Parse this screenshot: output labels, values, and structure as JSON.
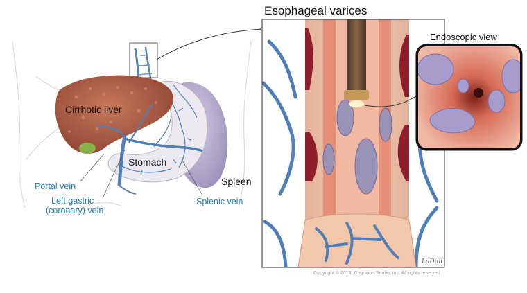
{
  "figure": {
    "title": "Esophageal varices",
    "inset_title": "Endoscopic view",
    "labels": {
      "cirrhotic_liver": "Cirrhotic liver",
      "stomach": "Stomach",
      "spleen": "Spleen",
      "portal_vein": "Portal vein",
      "left_gastric_line1": "Left gastric",
      "left_gastric_line2": "(coronary) vein",
      "splenic_vein": "Splenic vein"
    },
    "copyright": "Copyright © 2013, Cognition Studio, Inc. All rights reserved.",
    "colors": {
      "vein": "#4f7fb8",
      "liver": "#b5654a",
      "stomach": "#e9e6ee",
      "spleen": "#a79cc4",
      "label_blue": "#1f7fbf",
      "mucosa": "#e89a82"
    }
  }
}
